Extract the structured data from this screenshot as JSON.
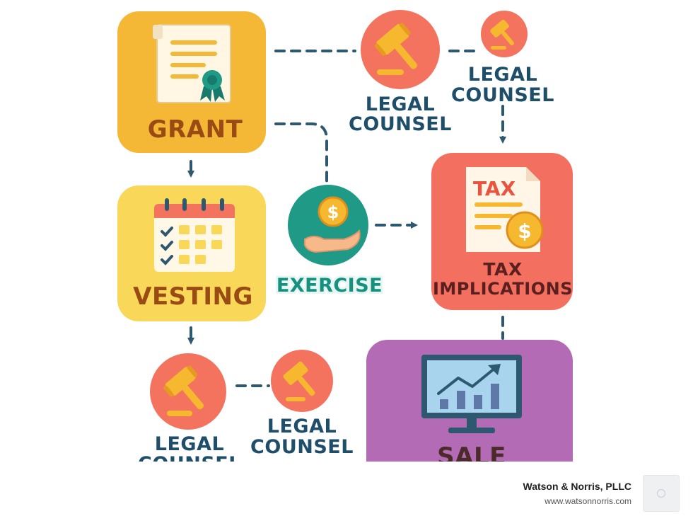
{
  "diagram": {
    "grant": {
      "label": "GRANT"
    },
    "vesting": {
      "label": "VESTING"
    },
    "exercise": {
      "label": "EXERCISE"
    },
    "tax": {
      "doc_word": "TAX",
      "line1": "TAX",
      "line2": "IMPLICATIONS"
    },
    "sale": {
      "label": "SALE"
    },
    "legal_top_1": {
      "line1": "LEGAL",
      "line2": "COUNSEL"
    },
    "legal_top_2": {
      "line1": "LEGAL",
      "line2": "COUNSEL"
    },
    "legal_bottom_1": {
      "line1": "LEGAL",
      "line2": "COUNSEL"
    },
    "legal_bottom_2": {
      "line1": "LEGAL",
      "line2": "COUNSEL"
    },
    "coin_symbol": "$"
  },
  "footer": {
    "company": "Watson & Norris, PLLC",
    "website": "www.watsonnorris.com"
  },
  "colors": {
    "grant_bg": "#f5b836",
    "vesting_bg": "#f9d758",
    "tax_bg": "#f36f5f",
    "sale_bg": "#b46bb5",
    "exercise_bg": "#1f9a86",
    "gavel_bg": "#f3735f",
    "connector": "#2e5870",
    "label_navy": "#1f4e6b"
  }
}
